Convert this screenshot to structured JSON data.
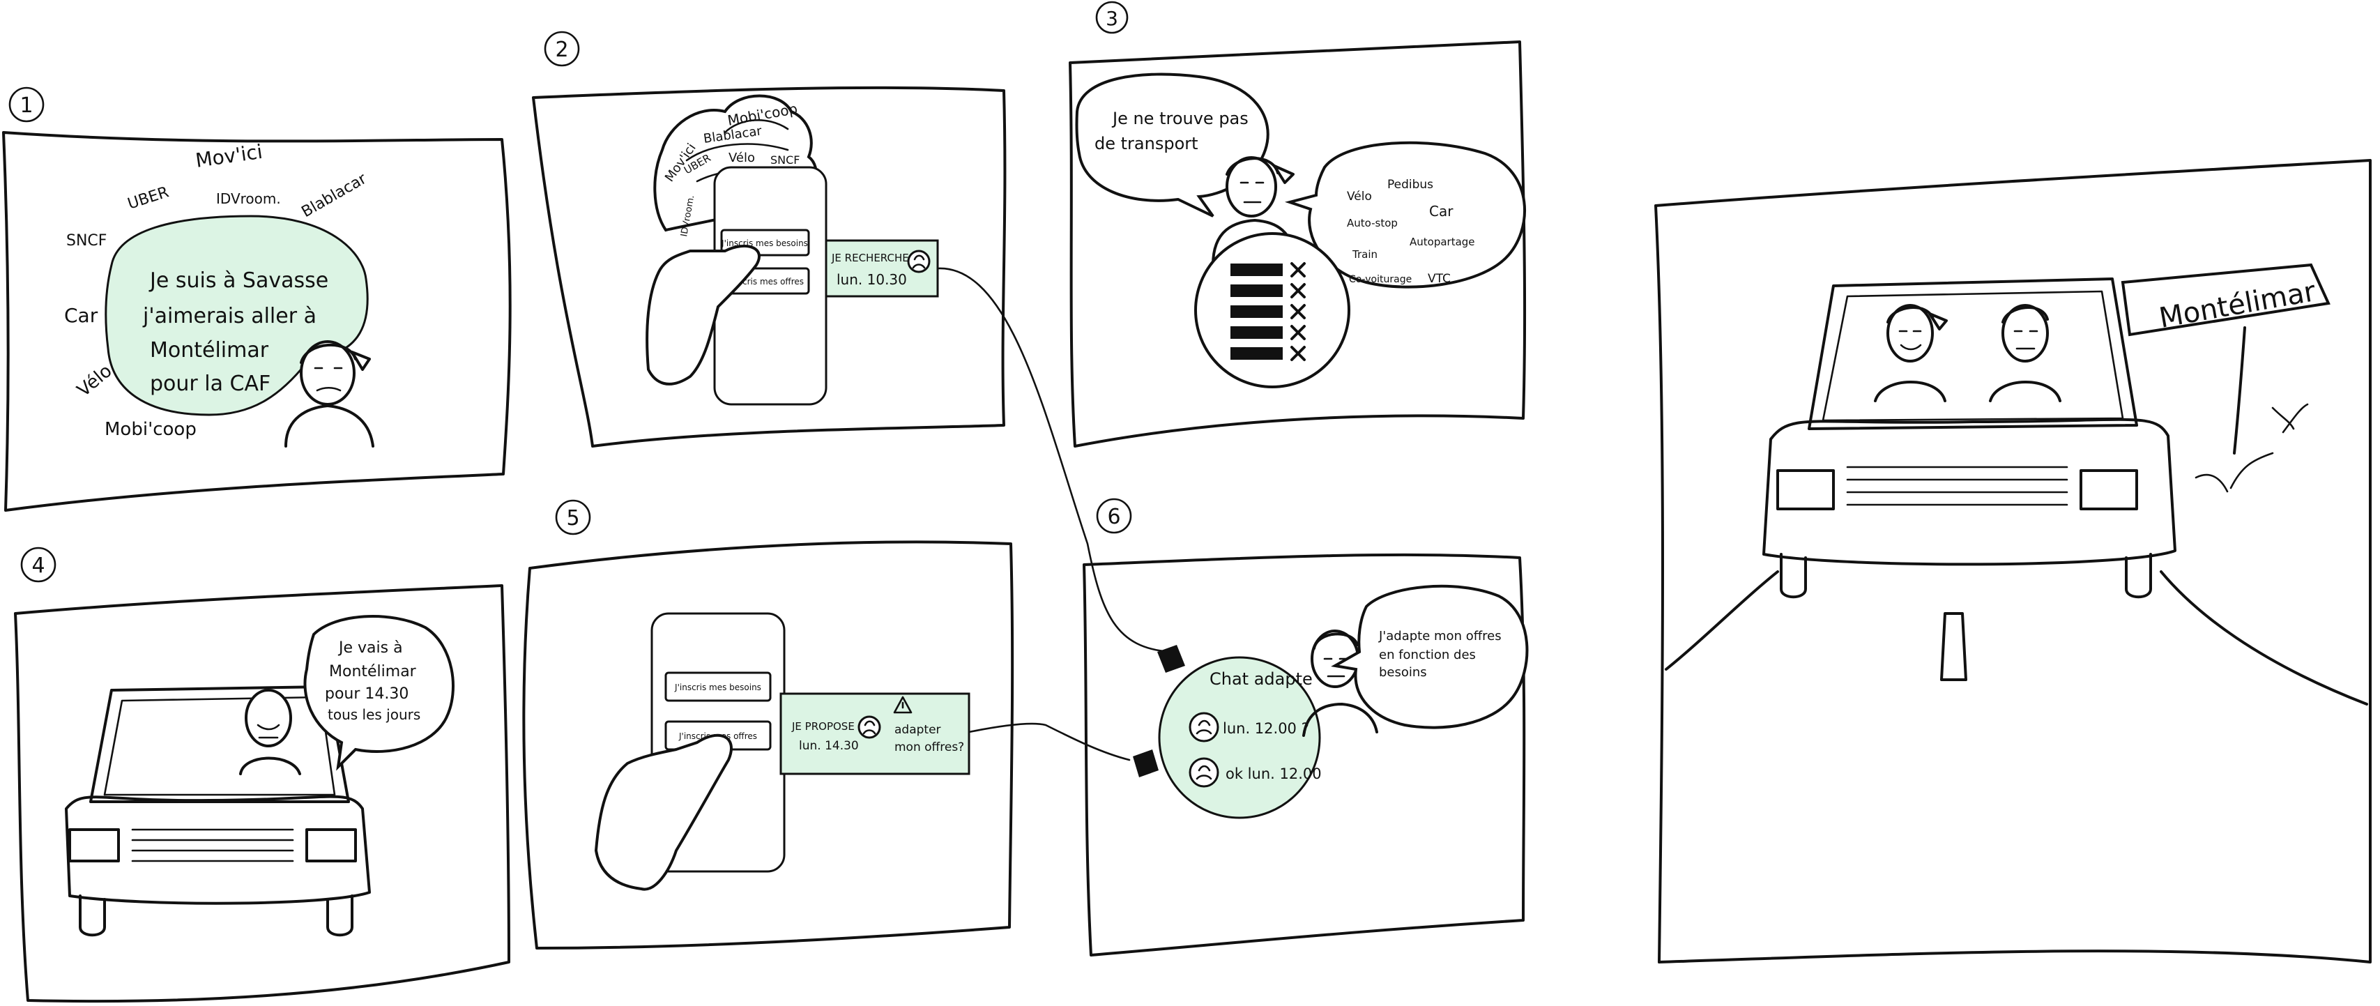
{
  "panels": {
    "p1": {
      "number": "1",
      "speech": [
        "Je suis à Savasse",
        "j'aimerais aller à",
        "Montélimar",
        "pour la CAF"
      ],
      "transport_words": [
        "Mov'ici",
        "UBER",
        "IDVroom.",
        "Blablacar",
        "SNCF",
        "Car",
        "Vélo",
        "Mobi'coop"
      ]
    },
    "p2": {
      "number": "2",
      "app_clouds": [
        "Mobi'coop",
        "Mov'ici",
        "Blablacar",
        "UBER",
        "Vélo",
        "SNCF",
        "IDVroom."
      ],
      "phone_buttons": [
        "J'inscris mes besoins",
        "J'inscris mes offres"
      ],
      "card": {
        "title": "JE RECHERCHE",
        "time": "lun. 10.30"
      }
    },
    "p3": {
      "number": "3",
      "speech": [
        "Je ne trouve pas",
        "de transport"
      ],
      "options": [
        "Vélo",
        "Pedibus",
        "Car",
        "Auto-stop",
        "Autopartage",
        "Train",
        "Co-voiturage",
        "VTC"
      ]
    },
    "p4": {
      "number": "4",
      "speech": [
        "Je vais à",
        "Montélimar",
        "pour 14.30",
        "tous les jours"
      ]
    },
    "p5": {
      "number": "5",
      "phone_buttons": [
        "J'inscris mes besoins",
        "J'inscris mes offres"
      ],
      "card": {
        "title": "JE PROPOSE",
        "time": "lun. 14.30",
        "prompt": [
          "adapter",
          "mon offres?"
        ]
      }
    },
    "p6": {
      "number": "6",
      "speech": [
        "J'adapte mon offres",
        "en fonction des",
        "besoins"
      ],
      "chat": {
        "title": "Chat adapte",
        "msg1": "lun. 12.00 ?",
        "msg2": "ok lun. 12.00"
      }
    },
    "final": {
      "sign": "Montélimar"
    }
  },
  "colors": {
    "ink": "#111111",
    "accent_mint": "#dcf4e4",
    "paper": "#ffffff"
  }
}
